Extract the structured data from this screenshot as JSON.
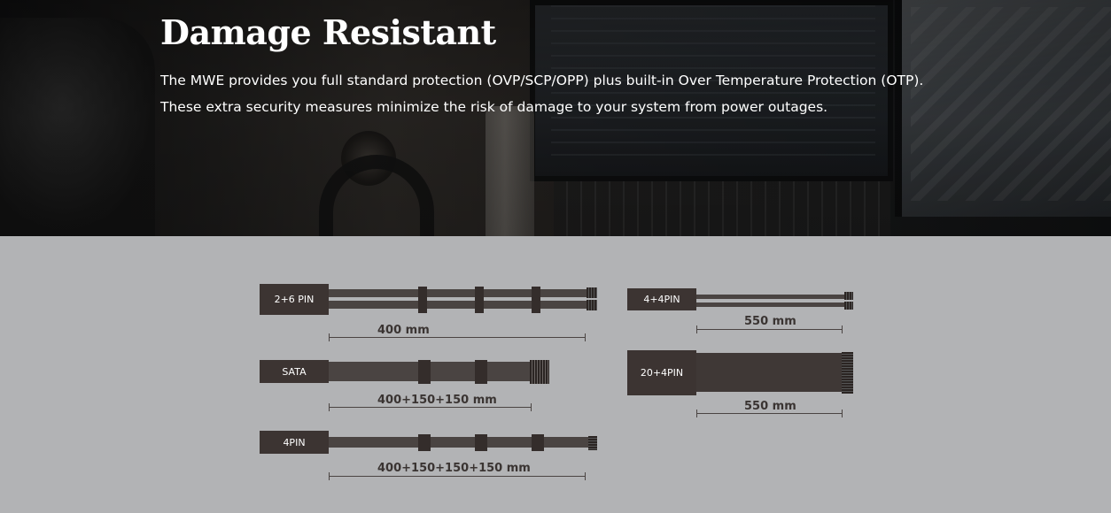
{
  "hero": {
    "title": "Damage Resistant",
    "desc_line1": "The MWE provides you full standard protection (OVP/SCP/OPP) plus built-in Over Temperature Protection (OTP).",
    "desc_line2": "These extra security measures minimize the risk of damage to your system from power outages."
  },
  "cables": [
    {
      "connector": "2+6 PIN",
      "length": "400 mm"
    },
    {
      "connector": "SATA",
      "length": "400+150+150 mm"
    },
    {
      "connector": "4PIN",
      "length": "400+150+150+150 mm"
    },
    {
      "connector": "4+4PIN",
      "length": "550 mm"
    },
    {
      "connector": "20+4PIN",
      "length": "550 mm"
    }
  ],
  "colors": {
    "page_background": "#b2b3b5",
    "connector": "#3c3432",
    "wire": "#4a4442"
  }
}
